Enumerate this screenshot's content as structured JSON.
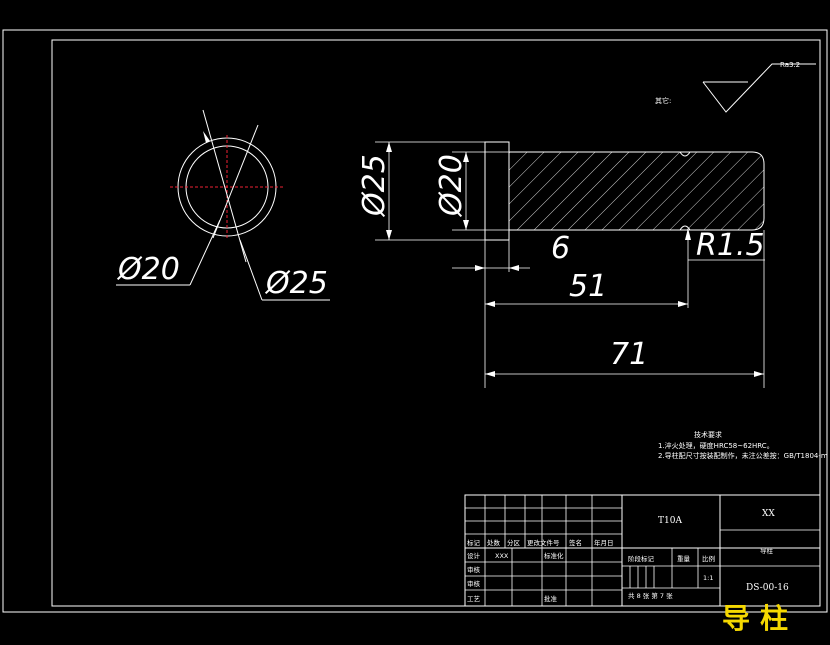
{
  "surface_finish": {
    "label": "其它:",
    "roughness": "Ra3.2"
  },
  "dimensions": {
    "circle_inner": "Ø20",
    "circle_outer": "Ø25",
    "shaft_outer": "Ø25",
    "shaft_inner": "Ø20",
    "len_step": "6",
    "radius": "R1.5",
    "len_mid": "51",
    "len_total": "71"
  },
  "tech_requirements": {
    "title": "技术要求",
    "lines": [
      "1.淬火处理，硬度HRC58~62HRC。",
      "2.导柱配尺寸按装配制作，未注公差按：GB/T1804-m"
    ]
  },
  "title_block": {
    "material": "T10A",
    "company": "XX",
    "part_name": "导柱",
    "drawing_no": "DS-00-16",
    "scale": "1:1",
    "sheet_info": "共 8 张 第 7 张",
    "headers": [
      "标记",
      "处数",
      "分区",
      "更改文件号",
      "签名",
      "年月日"
    ],
    "rows": [
      {
        "label": "设计",
        "name": "XXX",
        "extra": "标准化"
      },
      {
        "label": "审核",
        "name": "",
        "extra": ""
      },
      {
        "label": "工艺",
        "name": "",
        "extra": "批准"
      }
    ],
    "row_mid": "审核",
    "stage_label": "阶段标记",
    "weight_label": "重量",
    "scale_label": "比例"
  },
  "stamp_text": "导柱"
}
